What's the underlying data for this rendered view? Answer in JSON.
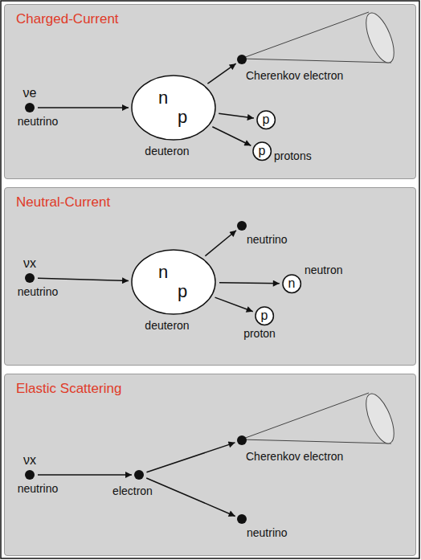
{
  "diagram": {
    "nodes": [
      {
        "text": [
          "Charged-Current"
        ]
      },
      {
        "text": [
          "νe",
          "neutrino"
        ],
        "in": 0
      },
      {
        "text": [
          "n",
          "p",
          "deuteron"
        ],
        "in": 0
      },
      {
        "text": [
          "Cherenkov electron"
        ],
        "in": 0
      },
      {
        "text": [
          "p"
        ],
        "in": 0
      },
      {
        "text": [
          "p",
          "protons"
        ],
        "in": 0
      },
      {
        "text": [
          "Neutral-Current"
        ]
      },
      {
        "text": [
          "νx",
          "neutrino"
        ],
        "in": 6
      },
      {
        "text": [
          "n",
          "p",
          "deuteron"
        ],
        "in": 6
      },
      {
        "text": [
          "neutrino"
        ],
        "in": 6
      },
      {
        "text": [
          "n",
          "neutron"
        ],
        "in": 6
      },
      {
        "text": [
          "p",
          "proton"
        ],
        "in": 6
      },
      {
        "text": [
          "Elastic Scattering"
        ]
      },
      {
        "text": [
          "νx",
          "neutrino"
        ],
        "in": 12
      },
      {
        "text": [
          "electron"
        ],
        "in": 12
      },
      {
        "text": [
          "Cherenkov electron"
        ],
        "in": 12
      },
      {
        "text": [
          "neutrino"
        ],
        "in": 12
      }
    ],
    "edges": [
      {
        "from": 1,
        "to": 2,
        "arrow": "to"
      },
      {
        "from": 2,
        "to": 3,
        "arrow": "to"
      },
      {
        "from": 2,
        "to": 4,
        "arrow": "to"
      },
      {
        "from": 2,
        "to": 5,
        "arrow": "to"
      },
      {
        "from": 7,
        "to": 8,
        "arrow": "to"
      },
      {
        "from": 8,
        "to": 9,
        "arrow": "to"
      },
      {
        "from": 8,
        "to": 10,
        "arrow": "to"
      },
      {
        "from": 8,
        "to": 11,
        "arrow": "to"
      },
      {
        "from": 13,
        "to": 14,
        "arrow": "to"
      },
      {
        "from": 14,
        "to": 15,
        "arrow": "to"
      },
      {
        "from": 14,
        "to": 16,
        "arrow": "to"
      }
    ]
  }
}
